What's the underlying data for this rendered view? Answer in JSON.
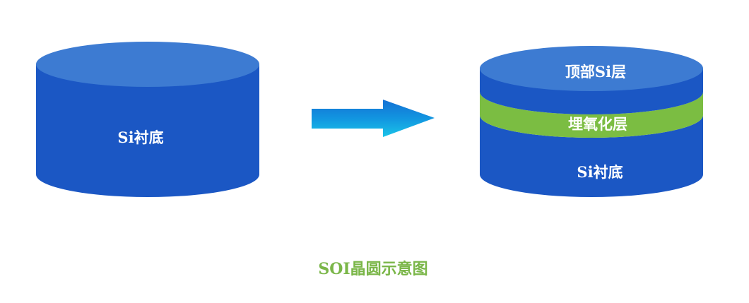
{
  "diagram": {
    "caption": "SOI晶圆示意图",
    "left_wafer": {
      "label": "Si衬底"
    },
    "arrow": {
      "direction": "right"
    },
    "right_wafer": {
      "layers": [
        {
          "label": "顶部Si层"
        },
        {
          "label": "埋氧化层"
        },
        {
          "label": "Si衬底"
        }
      ]
    },
    "colors": {
      "silicon_side": "#1b57c4",
      "silicon_top": "#3d7bd2",
      "oxide": "#7bbd42",
      "arrow_top": "#1478d6",
      "arrow_bottom": "#19bde6",
      "caption": "#7ab648"
    }
  }
}
